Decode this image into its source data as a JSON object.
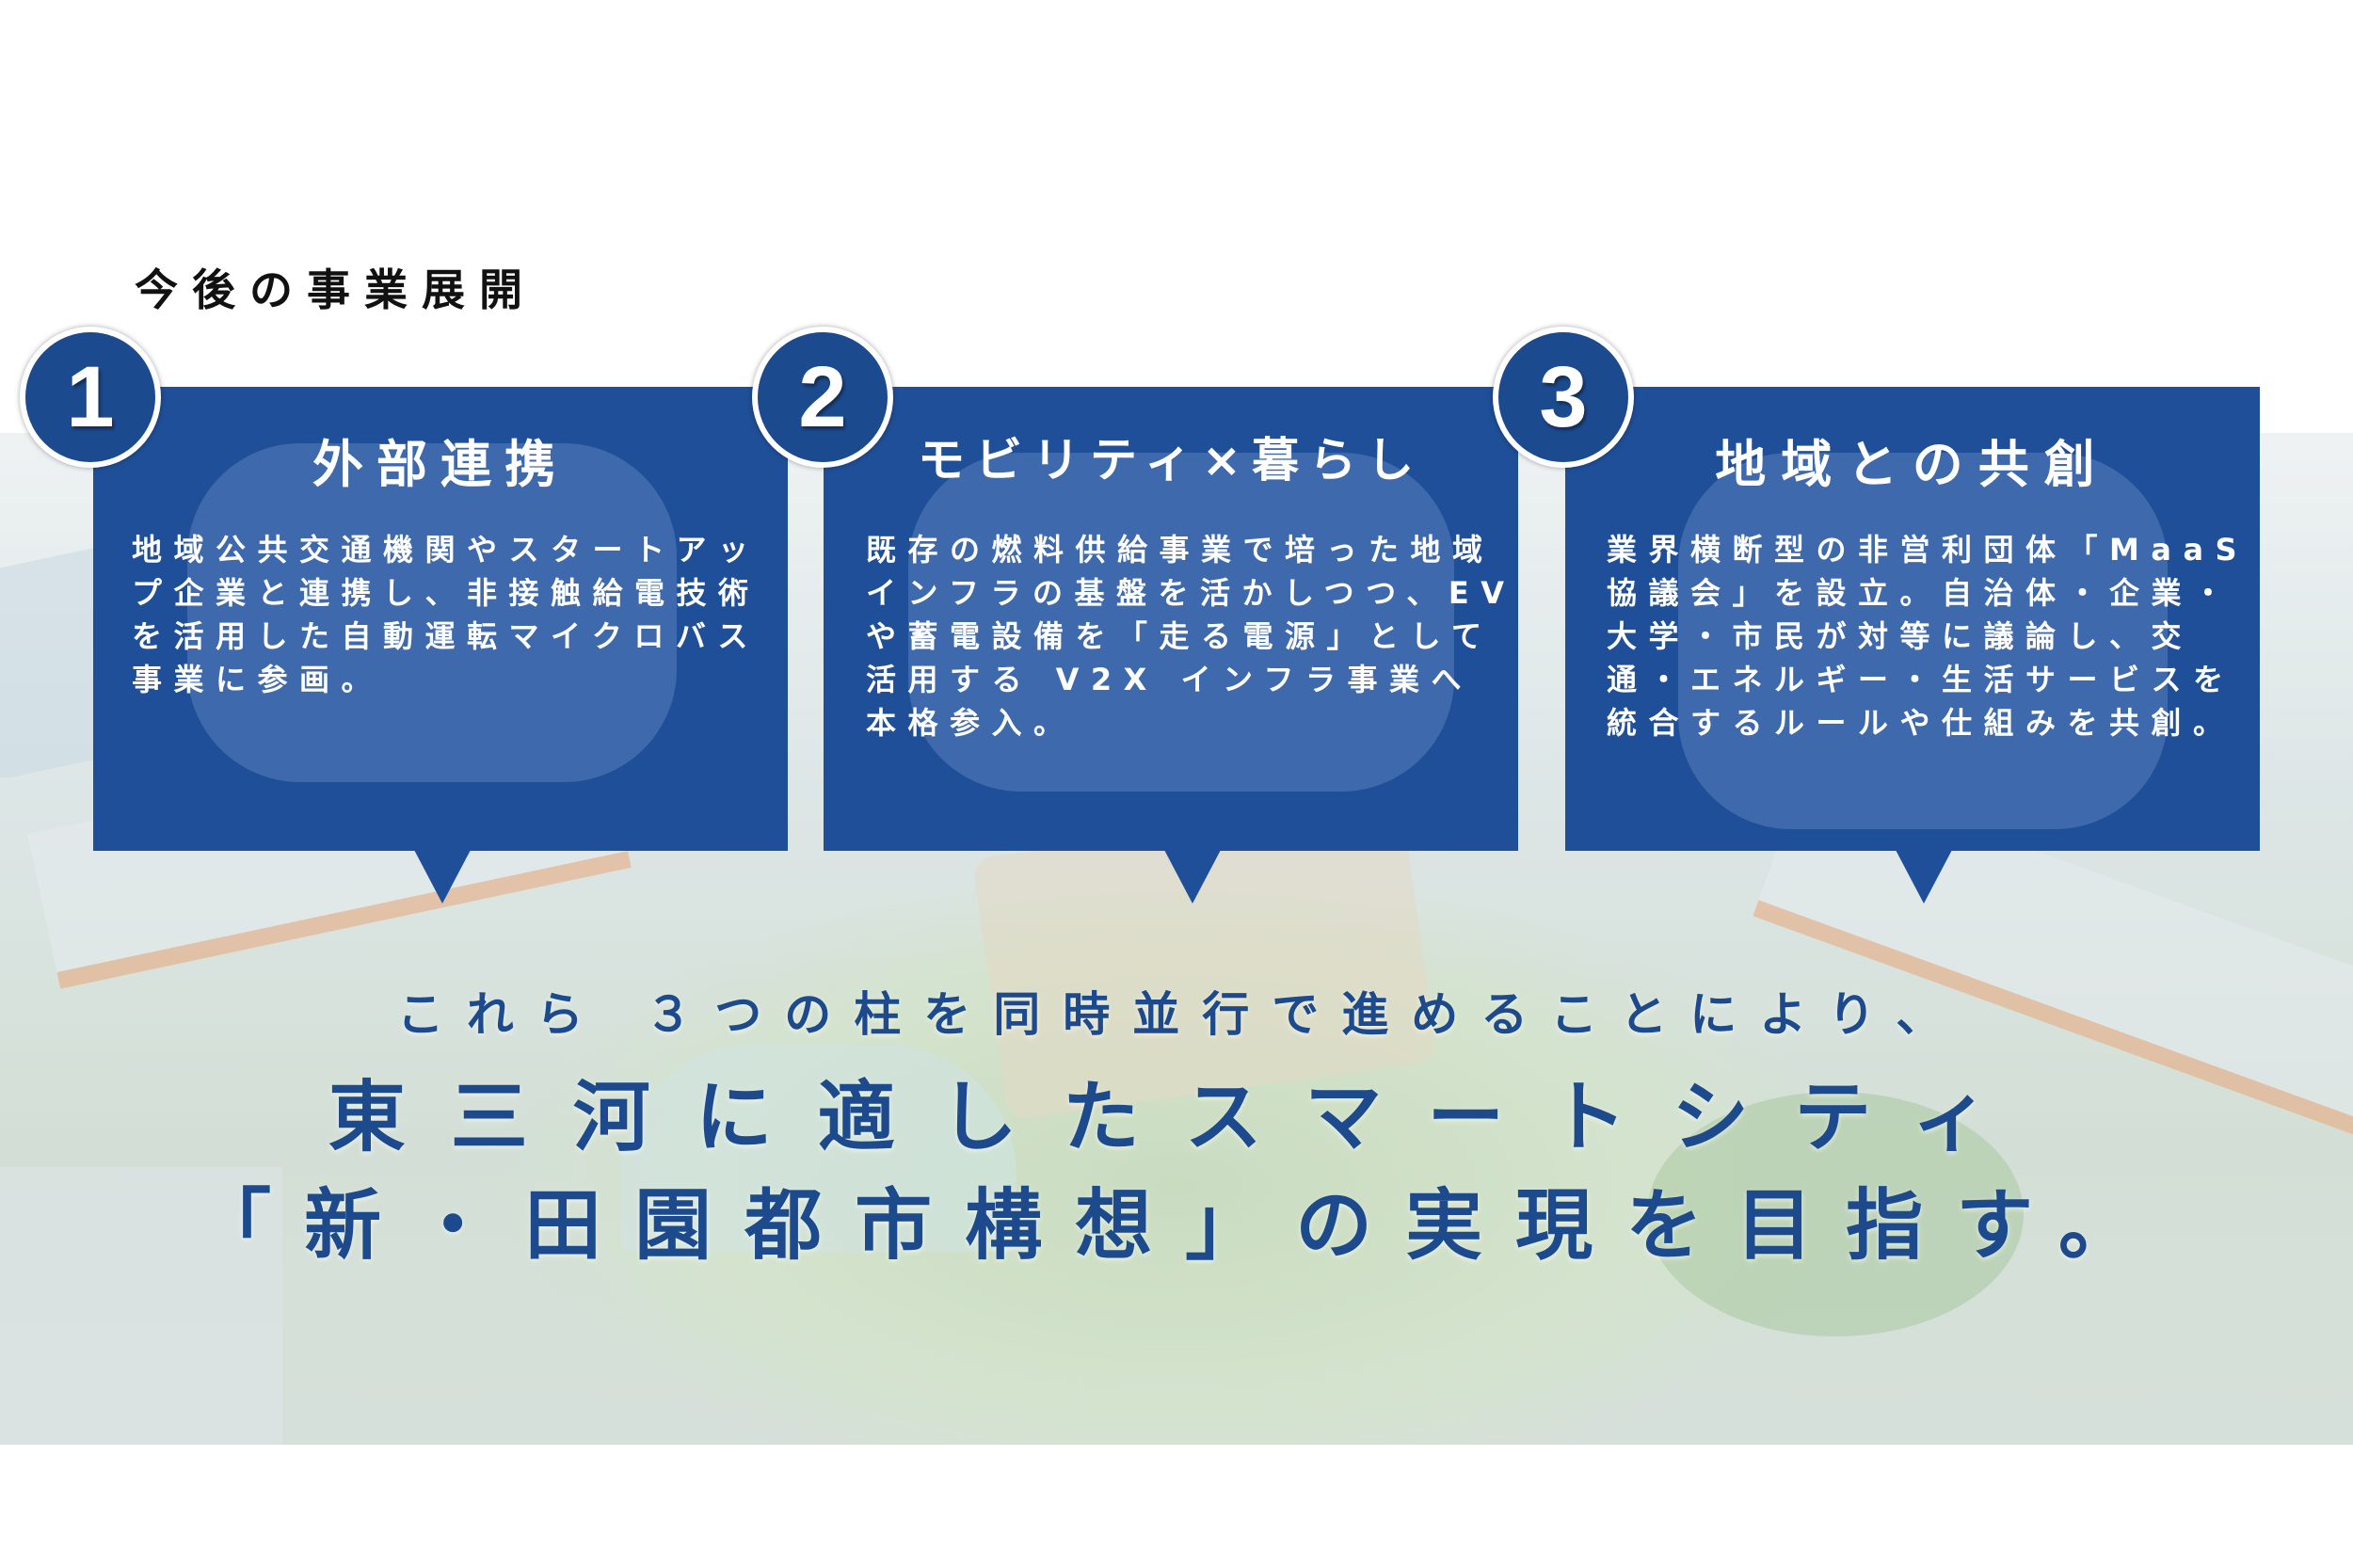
{
  "heading": "今後の事業展開",
  "colors": {
    "card": "#1f4f98",
    "badge": "#1c4a8e",
    "closing_text": "#1c4a8c"
  },
  "pillars": [
    {
      "number": "1",
      "title": "外部連携",
      "lines": [
        "地域公共交通機関やスタートアッ",
        "プ企業と連携し、非接触給電技術",
        "を活用した自動運転マイクロバス",
        "事業に参画。"
      ]
    },
    {
      "number": "2",
      "title": "モビリティ×暮らし",
      "lines": [
        "既存の燃料供給事業で培った地域",
        "インフラの基盤を活かしつつ、EV",
        "や蓄電設備を「走る電源」として",
        "活用する V2X インフラ事業へ",
        "本格参入。"
      ]
    },
    {
      "number": "3",
      "title": "地域との共創",
      "lines": [
        "業界横断型の非営利団体「MaaS",
        "協議会」を設立。自治体・企業・",
        "大学・市民が対等に議論し、交",
        "通・エネルギー・生活サービスを",
        "統合するルールや仕組みを共創。"
      ]
    }
  ],
  "closing": {
    "line1": "これら ３つの柱を同時並行で進めることにより、",
    "line2": "東三河に適したスマートシティ",
    "line3": "「新・田園都市構想」の実現を目指す。"
  }
}
